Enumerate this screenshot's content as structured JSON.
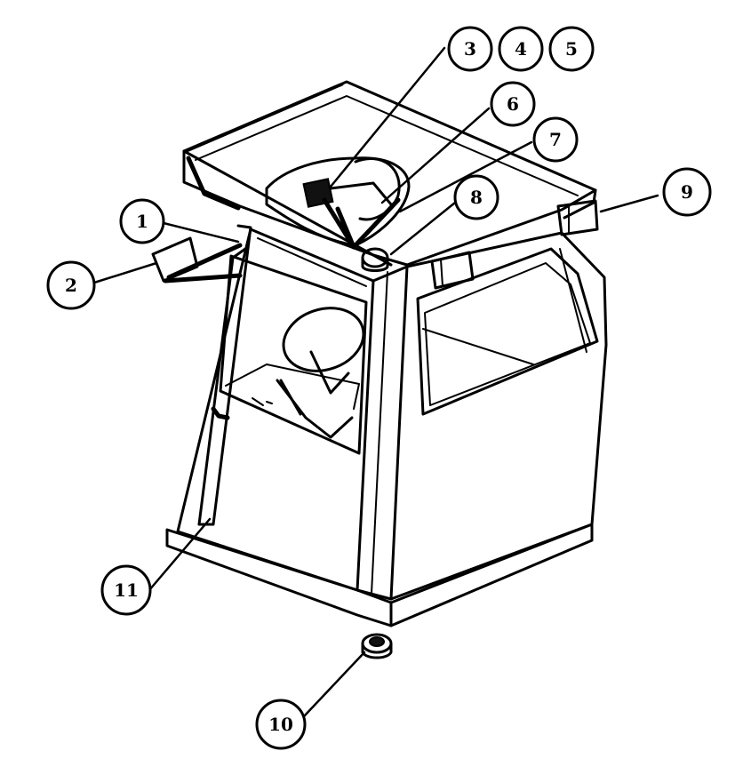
{
  "callouts": [
    {
      "id": "1",
      "label": "1"
    },
    {
      "id": "2",
      "label": "2"
    },
    {
      "id": "3",
      "label": "3"
    },
    {
      "id": "4",
      "label": "4"
    },
    {
      "id": "5",
      "label": "5"
    },
    {
      "id": "6",
      "label": "6"
    },
    {
      "id": "7",
      "label": "7"
    },
    {
      "id": "8",
      "label": "8"
    },
    {
      "id": "9",
      "label": "9"
    },
    {
      "id": "10",
      "label": "10"
    },
    {
      "id": "11",
      "label": "11"
    }
  ],
  "style": {
    "ink": "#000000",
    "background": "#ffffff"
  }
}
